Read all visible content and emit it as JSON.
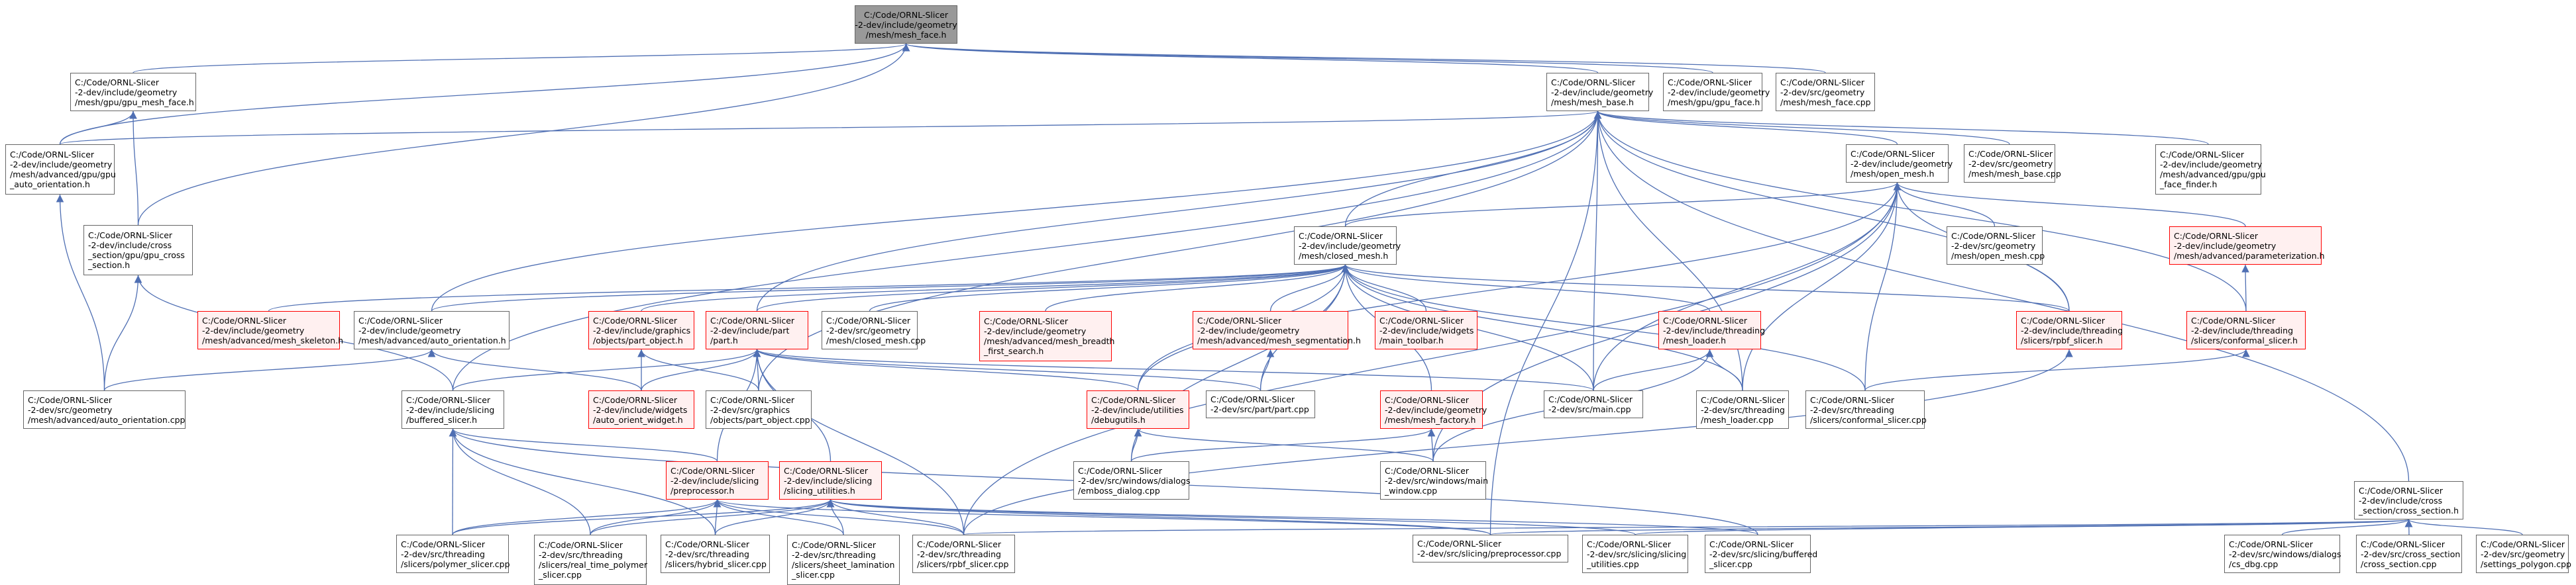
{
  "colors": {
    "edge": "#4f6fb3",
    "box_border": "#666666",
    "incomplete_border": "#ff0000",
    "focus_fill": "#999999"
  },
  "nodes": [
    {
      "id": "mesh_face_h",
      "label": "C:/Code/ORNL-Slicer\n-2-dev/include/geometry\n/mesh/mesh_face.h",
      "style": "focus"
    },
    {
      "id": "gpu_mesh_face_h",
      "label": "C:/Code/ORNL-Slicer\n-2-dev/include/geometry\n/mesh/gpu/gpu_mesh_face.h",
      "style": "normal"
    },
    {
      "id": "mesh_base_h",
      "label": "C:/Code/ORNL-Slicer\n-2-dev/include/geometry\n/mesh/mesh_base.h",
      "style": "normal"
    },
    {
      "id": "gpu_face_h",
      "label": "C:/Code/ORNL-Slicer\n-2-dev/include/geometry\n/mesh/gpu/gpu_face.h",
      "style": "normal"
    },
    {
      "id": "mesh_face_cpp",
      "label": "C:/Code/ORNL-Slicer\n-2-dev/src/geometry\n/mesh/mesh_face.cpp",
      "style": "normal"
    },
    {
      "id": "gpu_auto_orientation_h",
      "label": "C:/Code/ORNL-Slicer\n-2-dev/include/geometry\n/mesh/advanced/gpu/gpu\n_auto_orientation.h",
      "style": "normal"
    },
    {
      "id": "open_mesh_h",
      "label": "C:/Code/ORNL-Slicer\n-2-dev/include/geometry\n/mesh/open_mesh.h",
      "style": "normal"
    },
    {
      "id": "mesh_base_cpp",
      "label": "C:/Code/ORNL-Slicer\n-2-dev/src/geometry\n/mesh/mesh_base.cpp",
      "style": "normal"
    },
    {
      "id": "gpu_face_finder_h",
      "label": "C:/Code/ORNL-Slicer\n-2-dev/include/geometry\n/mesh/advanced/gpu/gpu\n_face_finder.h",
      "style": "normal"
    },
    {
      "id": "gpu_cross_section_h",
      "label": "C:/Code/ORNL-Slicer\n-2-dev/include/cross\n_section/gpu/gpu_cross\n_section.h",
      "style": "normal"
    },
    {
      "id": "closed_mesh_h",
      "label": "C:/Code/ORNL-Slicer\n-2-dev/include/geometry\n/mesh/closed_mesh.h",
      "style": "normal"
    },
    {
      "id": "open_mesh_cpp",
      "label": "C:/Code/ORNL-Slicer\n-2-dev/src/geometry\n/mesh/open_mesh.cpp",
      "style": "normal"
    },
    {
      "id": "parameterization_h",
      "label": "C:/Code/ORNL-Slicer\n-2-dev/include/geometry\n/mesh/advanced/parameterization.h",
      "style": "red"
    },
    {
      "id": "mesh_skeleton_h",
      "label": "C:/Code/ORNL-Slicer\n-2-dev/include/geometry\n/mesh/advanced/mesh_skeleton.h",
      "style": "red"
    },
    {
      "id": "auto_orientation_h",
      "label": "C:/Code/ORNL-Slicer\n-2-dev/include/geometry\n/mesh/advanced/auto_orientation.h",
      "style": "normal"
    },
    {
      "id": "part_object_h",
      "label": "C:/Code/ORNL-Slicer\n-2-dev/include/graphics\n/objects/part_object.h",
      "style": "red"
    },
    {
      "id": "part_h",
      "label": "C:/Code/ORNL-Slicer\n-2-dev/include/part\n/part.h",
      "style": "red"
    },
    {
      "id": "closed_mesh_cpp",
      "label": "C:/Code/ORNL-Slicer\n-2-dev/src/geometry\n/mesh/closed_mesh.cpp",
      "style": "normal"
    },
    {
      "id": "mesh_breadth_first_search_h",
      "label": "C:/Code/ORNL-Slicer\n-2-dev/include/geometry\n/mesh/advanced/mesh_breadth\n_first_search.h",
      "style": "red"
    },
    {
      "id": "mesh_segmentation_h",
      "label": "C:/Code/ORNL-Slicer\n-2-dev/include/geometry\n/mesh/advanced/mesh_segmentation.h",
      "style": "red"
    },
    {
      "id": "main_toolbar_h",
      "label": "C:/Code/ORNL-Slicer\n-2-dev/include/widgets\n/main_toolbar.h",
      "style": "red"
    },
    {
      "id": "mesh_loader_h",
      "label": "C:/Code/ORNL-Slicer\n-2-dev/include/threading\n/mesh_loader.h",
      "style": "red"
    },
    {
      "id": "rpbf_slicer_h",
      "label": "C:/Code/ORNL-Slicer\n-2-dev/include/threading\n/slicers/rpbf_slicer.h",
      "style": "red"
    },
    {
      "id": "conformal_slicer_h",
      "label": "C:/Code/ORNL-Slicer\n-2-dev/include/threading\n/slicers/conformal_slicer.h",
      "style": "red"
    },
    {
      "id": "auto_orientation_cpp",
      "label": "C:/Code/ORNL-Slicer\n-2-dev/src/geometry\n/mesh/advanced/auto_orientation.cpp",
      "style": "normal"
    },
    {
      "id": "buffered_slicer_h",
      "label": "C:/Code/ORNL-Slicer\n-2-dev/include/slicing\n/buffered_slicer.h",
      "style": "normal"
    },
    {
      "id": "auto_orient_widget_h",
      "label": "C:/Code/ORNL-Slicer\n-2-dev/include/widgets\n/auto_orient_widget.h",
      "style": "red"
    },
    {
      "id": "part_object_cpp",
      "label": "C:/Code/ORNL-Slicer\n-2-dev/src/graphics\n/objects/part_object.cpp",
      "style": "normal"
    },
    {
      "id": "debugutils_h",
      "label": "C:/Code/ORNL-Slicer\n-2-dev/include/utilities\n/debugutils.h",
      "style": "red"
    },
    {
      "id": "part_cpp",
      "label": "C:/Code/ORNL-Slicer\n-2-dev/src/part/part.cpp",
      "style": "normal"
    },
    {
      "id": "mesh_factory_h",
      "label": "C:/Code/ORNL-Slicer\n-2-dev/include/geometry\n/mesh/mesh_factory.h",
      "style": "red"
    },
    {
      "id": "main_cpp",
      "label": "C:/Code/ORNL-Slicer\n-2-dev/src/main.cpp",
      "style": "normal"
    },
    {
      "id": "mesh_loader_cpp",
      "label": "C:/Code/ORNL-Slicer\n-2-dev/src/threading\n/mesh_loader.cpp",
      "style": "normal"
    },
    {
      "id": "conformal_slicer_cpp",
      "label": "C:/Code/ORNL-Slicer\n-2-dev/src/threading\n/slicers/conformal_slicer.cpp",
      "style": "normal"
    },
    {
      "id": "preprocessor_h",
      "label": "C:/Code/ORNL-Slicer\n-2-dev/include/slicing\n/preprocessor.h",
      "style": "red"
    },
    {
      "id": "slicing_utilities_h",
      "label": "C:/Code/ORNL-Slicer\n-2-dev/include/slicing\n/slicing_utilities.h",
      "style": "red"
    },
    {
      "id": "emboss_dialog_cpp",
      "label": "C:/Code/ORNL-Slicer\n-2-dev/src/windows/dialogs\n/emboss_dialog.cpp",
      "style": "normal"
    },
    {
      "id": "main_window_cpp",
      "label": "C:/Code/ORNL-Slicer\n-2-dev/src/windows/main\n_window.cpp",
      "style": "normal"
    },
    {
      "id": "cross_section_h",
      "label": "C:/Code/ORNL-Slicer\n-2-dev/include/cross\n_section/cross_section.h",
      "style": "normal"
    },
    {
      "id": "polymer_slicer_cpp",
      "label": "C:/Code/ORNL-Slicer\n-2-dev/src/threading\n/slicers/polymer_slicer.cpp",
      "style": "normal"
    },
    {
      "id": "real_time_polymer_slicer_cpp",
      "label": "C:/Code/ORNL-Slicer\n-2-dev/src/threading\n/slicers/real_time_polymer\n_slicer.cpp",
      "style": "normal"
    },
    {
      "id": "hybrid_slicer_cpp",
      "label": "C:/Code/ORNL-Slicer\n-2-dev/src/threading\n/slicers/hybrid_slicer.cpp",
      "style": "normal"
    },
    {
      "id": "sheet_lamination_slicer_cpp",
      "label": "C:/Code/ORNL-Slicer\n-2-dev/src/threading\n/slicers/sheet_lamination\n_slicer.cpp",
      "style": "normal"
    },
    {
      "id": "rpbf_slicer_cpp",
      "label": "C:/Code/ORNL-Slicer\n-2-dev/src/threading\n/slicers/rpbf_slicer.cpp",
      "style": "normal"
    },
    {
      "id": "preprocessor_cpp",
      "label": "C:/Code/ORNL-Slicer\n-2-dev/src/slicing/preprocessor.cpp",
      "style": "normal"
    },
    {
      "id": "slicing_utilities_cpp",
      "label": "C:/Code/ORNL-Slicer\n-2-dev/src/slicing/slicing\n_utilities.cpp",
      "style": "normal"
    },
    {
      "id": "buffered_slicer_cpp",
      "label": "C:/Code/ORNL-Slicer\n-2-dev/src/slicing/buffered\n_slicer.cpp",
      "style": "normal"
    },
    {
      "id": "cs_dbg_cpp",
      "label": "C:/Code/ORNL-Slicer\n-2-dev/src/windows/dialogs\n/cs_dbg.cpp",
      "style": "normal"
    },
    {
      "id": "cross_section_cpp",
      "label": "C:/Code/ORNL-Slicer\n-2-dev/src/cross_section\n/cross_section.cpp",
      "style": "normal"
    },
    {
      "id": "settings_polygon_cpp",
      "label": "C:/Code/ORNL-Slicer\n-2-dev/src/geometry\n/settings_polygon.cpp",
      "style": "normal"
    }
  ],
  "edges": [
    [
      "gpu_mesh_face_h",
      "mesh_face_h"
    ],
    [
      "mesh_base_h",
      "mesh_face_h"
    ],
    [
      "gpu_face_h",
      "mesh_face_h"
    ],
    [
      "mesh_face_cpp",
      "mesh_face_h"
    ],
    [
      "gpu_cross_section_h",
      "mesh_face_h"
    ],
    [
      "gpu_auto_orientation_h",
      "mesh_face_h"
    ],
    [
      "gpu_auto_orientation_h",
      "gpu_mesh_face_h"
    ],
    [
      "gpu_cross_section_h",
      "gpu_mesh_face_h"
    ],
    [
      "auto_orientation_cpp",
      "gpu_auto_orientation_h"
    ],
    [
      "auto_orientation_cpp",
      "gpu_cross_section_h"
    ],
    [
      "buffered_slicer_h",
      "gpu_cross_section_h"
    ],
    [
      "gpu_auto_orientation_h",
      "mesh_base_h"
    ],
    [
      "open_mesh_h",
      "mesh_base_h"
    ],
    [
      "mesh_base_cpp",
      "mesh_base_h"
    ],
    [
      "gpu_face_finder_h",
      "mesh_base_h"
    ],
    [
      "closed_mesh_h",
      "mesh_base_h"
    ],
    [
      "auto_orientation_h",
      "mesh_base_h"
    ],
    [
      "buffered_slicer_h",
      "mesh_base_h"
    ],
    [
      "part_h",
      "mesh_base_h"
    ],
    [
      "main_cpp",
      "mesh_base_h"
    ],
    [
      "mesh_loader_cpp",
      "mesh_base_h"
    ],
    [
      "rpbf_slicer_h",
      "mesh_base_h"
    ],
    [
      "conformal_slicer_h",
      "mesh_base_h"
    ],
    [
      "cross_section_h",
      "mesh_base_h"
    ],
    [
      "preprocessor_cpp",
      "mesh_base_h"
    ],
    [
      "part_object_cpp",
      "mesh_base_h"
    ],
    [
      "closed_mesh_h",
      "open_mesh_h"
    ],
    [
      "open_mesh_cpp",
      "open_mesh_h"
    ],
    [
      "parameterization_h",
      "open_mesh_h"
    ],
    [
      "rpbf_slicer_h",
      "open_mesh_h"
    ],
    [
      "main_cpp",
      "open_mesh_h"
    ],
    [
      "mesh_loader_cpp",
      "open_mesh_h"
    ],
    [
      "conformal_slicer_cpp",
      "open_mesh_h"
    ],
    [
      "debugutils_h",
      "open_mesh_h"
    ],
    [
      "main_window_cpp",
      "open_mesh_h"
    ],
    [
      "rpbf_slicer_cpp",
      "open_mesh_h"
    ],
    [
      "conformal_slicer_h",
      "parameterization_h"
    ],
    [
      "conformal_slicer_cpp",
      "conformal_slicer_h"
    ],
    [
      "mesh_skeleton_h",
      "closed_mesh_h"
    ],
    [
      "auto_orientation_h",
      "closed_mesh_h"
    ],
    [
      "part_object_h",
      "closed_mesh_h"
    ],
    [
      "part_h",
      "closed_mesh_h"
    ],
    [
      "closed_mesh_cpp",
      "closed_mesh_h"
    ],
    [
      "mesh_breadth_first_search_h",
      "closed_mesh_h"
    ],
    [
      "mesh_segmentation_h",
      "closed_mesh_h"
    ],
    [
      "main_toolbar_h",
      "closed_mesh_h"
    ],
    [
      "mesh_loader_h",
      "closed_mesh_h"
    ],
    [
      "rpbf_slicer_h",
      "closed_mesh_h"
    ],
    [
      "debugutils_h",
      "closed_mesh_h"
    ],
    [
      "mesh_factory_h",
      "closed_mesh_h"
    ],
    [
      "main_cpp",
      "closed_mesh_h"
    ],
    [
      "part_cpp",
      "closed_mesh_h"
    ],
    [
      "conformal_slicer_cpp",
      "closed_mesh_h"
    ],
    [
      "emboss_dialog_cpp",
      "closed_mesh_h"
    ],
    [
      "mesh_loader_cpp",
      "closed_mesh_h"
    ],
    [
      "auto_orientation_cpp",
      "auto_orientation_h"
    ],
    [
      "auto_orient_widget_h",
      "auto_orientation_h"
    ],
    [
      "auto_orient_widget_h",
      "part_object_h"
    ],
    [
      "part_object_cpp",
      "part_object_h"
    ],
    [
      "buffered_slicer_h",
      "part_h"
    ],
    [
      "auto_orient_widget_h",
      "part_h"
    ],
    [
      "part_object_cpp",
      "part_h"
    ],
    [
      "part_cpp",
      "part_h"
    ],
    [
      "preprocessor_h",
      "part_h"
    ],
    [
      "slicing_utilities_h",
      "part_h"
    ],
    [
      "main_cpp",
      "part_h"
    ],
    [
      "rpbf_slicer_cpp",
      "part_h"
    ],
    [
      "debugutils_h",
      "part_h"
    ],
    [
      "part_cpp",
      "mesh_segmentation_h"
    ],
    [
      "main_cpp",
      "mesh_loader_h"
    ],
    [
      "mesh_loader_cpp",
      "mesh_loader_h"
    ],
    [
      "main_window_cpp",
      "mesh_loader_h"
    ],
    [
      "rpbf_slicer_cpp",
      "rpbf_slicer_h"
    ],
    [
      "emboss_dialog_cpp",
      "debugutils_h"
    ],
    [
      "main_window_cpp",
      "debugutils_h"
    ],
    [
      "main_window_cpp",
      "mesh_factory_h"
    ],
    [
      "emboss_dialog_cpp",
      "mesh_factory_h"
    ],
    [
      "polymer_slicer_cpp",
      "buffered_slicer_h"
    ],
    [
      "real_time_polymer_slicer_cpp",
      "buffered_slicer_h"
    ],
    [
      "hybrid_slicer_cpp",
      "buffered_slicer_h"
    ],
    [
      "buffered_slicer_cpp",
      "buffered_slicer_h"
    ],
    [
      "preprocessor_h",
      "buffered_slicer_h"
    ],
    [
      "polymer_slicer_cpp",
      "preprocessor_h"
    ],
    [
      "real_time_polymer_slicer_cpp",
      "preprocessor_h"
    ],
    [
      "hybrid_slicer_cpp",
      "preprocessor_h"
    ],
    [
      "sheet_lamination_slicer_cpp",
      "preprocessor_h"
    ],
    [
      "rpbf_slicer_cpp",
      "preprocessor_h"
    ],
    [
      "preprocessor_cpp",
      "preprocessor_h"
    ],
    [
      "polymer_slicer_cpp",
      "slicing_utilities_h"
    ],
    [
      "real_time_polymer_slicer_cpp",
      "slicing_utilities_h"
    ],
    [
      "hybrid_slicer_cpp",
      "slicing_utilities_h"
    ],
    [
      "sheet_lamination_slicer_cpp",
      "slicing_utilities_h"
    ],
    [
      "rpbf_slicer_cpp",
      "slicing_utilities_h"
    ],
    [
      "slicing_utilities_cpp",
      "slicing_utilities_h"
    ],
    [
      "buffered_slicer_cpp",
      "slicing_utilities_h"
    ],
    [
      "preprocessor_cpp",
      "slicing_utilities_h"
    ],
    [
      "cs_dbg_cpp",
      "cross_section_h"
    ],
    [
      "cross_section_cpp",
      "cross_section_h"
    ],
    [
      "settings_polygon_cpp",
      "cross_section_h"
    ],
    [
      "slicing_utilities_cpp",
      "cross_section_h"
    ],
    [
      "preprocessor_cpp",
      "cross_section_h"
    ],
    [
      "rpbf_slicer_cpp",
      "cross_section_h"
    ]
  ]
}
